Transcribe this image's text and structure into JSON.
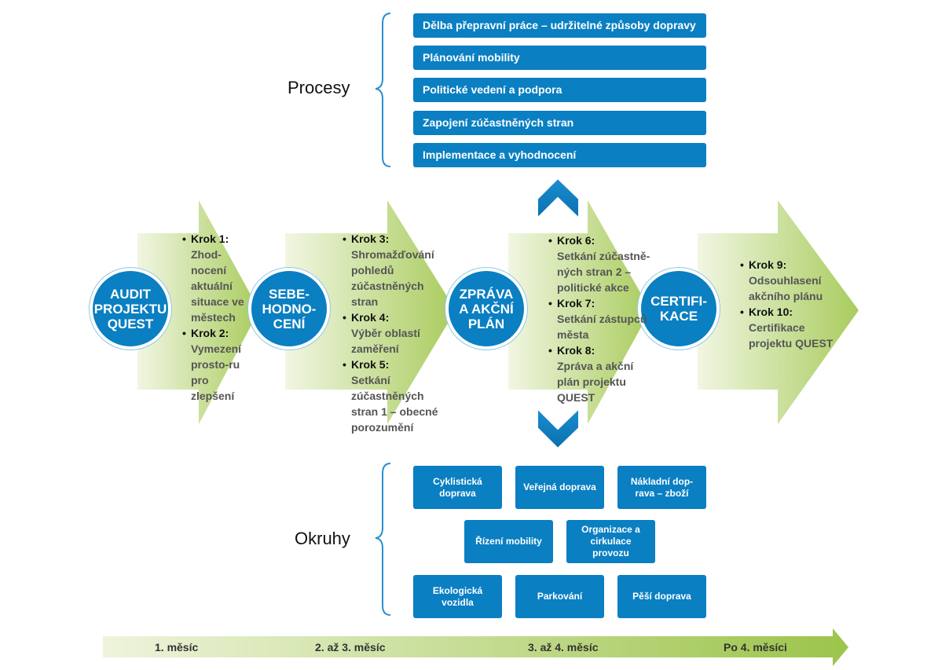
{
  "procesy": {
    "label": "Procesy",
    "items": [
      "Dělba přepravní práce – udržitelné způsoby dopravy",
      "Plánování mobility",
      "Politické vedení a podpora",
      "Zapojení zúčastněných stran",
      "Implementace a vyhodnocení"
    ]
  },
  "okruhy": {
    "label": "Okruhy",
    "items": [
      "Cyklistická doprava",
      "Veřejná doprava",
      "Nákladní dop-rava – zboží",
      "Řízení mobility",
      "Organizace a cirkulace provozu",
      "Ekologická vozidla",
      "Parkování",
      "Pěší doprava"
    ]
  },
  "phases": [
    {
      "circle": [
        "AUDIT",
        "PROJEKTU",
        "QUEST"
      ],
      "steps": [
        {
          "name": "Krok 1:",
          "desc": "Zhod-nocení aktuální situace ve městech"
        },
        {
          "name": "Krok 2:",
          "desc": "Vymezení prosto-ru pro zlepšení"
        }
      ]
    },
    {
      "circle": [
        "SEBE-",
        "HODNO-",
        "CENÍ"
      ],
      "steps": [
        {
          "name": "Krok 3:",
          "desc": "Shromažďování pohledů zúčastněných stran"
        },
        {
          "name": "Krok 4:",
          "desc": "Výběr oblastí zaměření"
        },
        {
          "name": "Krok 5:",
          "desc": "Setkání zúčastněných stran 1 – obecné porozumění"
        }
      ]
    },
    {
      "circle": [
        "ZPRÁVA",
        "A AKČNÍ",
        "PLÁN"
      ],
      "steps": [
        {
          "name": "Krok 6:",
          "desc": "Setkání zúčastně-ných stran 2 – politické akce"
        },
        {
          "name": "Krok 7:",
          "desc": "Setkání zástupců města"
        },
        {
          "name": "Krok 8:",
          "desc": "Zpráva a akční plán projektu QUEST"
        }
      ]
    },
    {
      "circle": [
        "CERTIFI-",
        "KACE"
      ],
      "steps": [
        {
          "name": "Krok 9:",
          "desc": "Odsouhlasení akčního plánu"
        },
        {
          "name": "Krok 10:",
          "desc": "Certifikace projektu QUEST"
        }
      ]
    }
  ],
  "timeline": [
    "1. měsíc",
    "2. až 3. měsíc",
    "3. až 4. měsíc",
    "Po 4. měsíci"
  ],
  "colors": {
    "blue": "#0a7fc2",
    "green_light": "#eef5dc",
    "green_dark": "#9cc44a"
  }
}
